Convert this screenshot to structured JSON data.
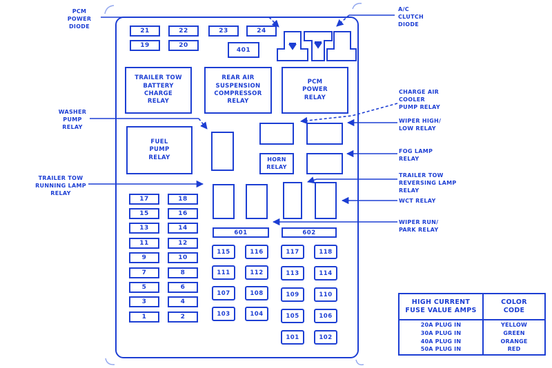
{
  "colors": {
    "line": "#1c3ed3",
    "light_line": "#93a8ee",
    "background": "#ffffff"
  },
  "panel": {
    "top_fuses": [
      "21",
      "22",
      "23",
      "24"
    ],
    "top_fuses_row2": [
      "19",
      "20"
    ],
    "relay_401": "401",
    "relays": {
      "trailer_tow_battery_charge": "TRAILER TOW\nBATTERY\nCHARGE\nRELAY",
      "rear_air_suspension_compressor": "REAR AIR\nSUSPENSION\nCOMPRESSOR\nRELAY",
      "pcm_power": "PCM\nPOWER\nRELAY",
      "fuel_pump": "FUEL\nPUMP\nRELAY",
      "horn": "HORN\nRELAY"
    },
    "fuse_columns": {
      "left": [
        "17",
        "15",
        "13",
        "11",
        "9",
        "7",
        "5",
        "3",
        "1"
      ],
      "right": [
        "18",
        "16",
        "14",
        "12",
        "10",
        "8",
        "6",
        "4",
        "2"
      ]
    },
    "block_601": {
      "header": "601",
      "left": [
        "115",
        "111",
        "107",
        "103"
      ],
      "right": [
        "116",
        "112",
        "108",
        "104"
      ]
    },
    "block_602": {
      "header": "602",
      "left": [
        "117",
        "113",
        "109",
        "105",
        "101"
      ],
      "right": [
        "118",
        "114",
        "110",
        "106",
        "102"
      ]
    }
  },
  "callouts": {
    "left": {
      "pcm_power_diode": "PCM\nPOWER\nDIODE",
      "washer_pump_relay": "WASHER\nPUMP\nRELAY",
      "trailer_tow_running_lamp_relay": "TRAILER TOW\nRUNNING LAMP\nRELAY"
    },
    "right": {
      "ac_clutch_diode": "A/C\nCLUTCH\nDIODE",
      "charge_air_cooler_pump_relay": "CHARGE AIR\nCOOLER\nPUMP RELAY",
      "wiper_high_low_relay": "WIPER HIGH/\nLOW RELAY",
      "fog_lamp_relay": "FOG LAMP\nRELAY",
      "trailer_tow_reversing_lamp_relay": "TRAILER TOW\nREVERSING LAMP\nRELAY",
      "wct_relay": "WCT RELAY",
      "wiper_run_park_relay": "WIPER RUN/\nPARK RELAY"
    }
  },
  "legend_table": {
    "headers": [
      "HIGH CURRENT\nFUSE VALUE AMPS",
      "COLOR\nCODE"
    ],
    "rows": [
      {
        "amps": "20A PLUG IN",
        "color": "YELLOW"
      },
      {
        "amps": "30A PLUG IN",
        "color": "GREEN"
      },
      {
        "amps": "40A PLUG IN",
        "color": "ORANGE"
      },
      {
        "amps": "50A PLUG IN",
        "color": "RED"
      }
    ]
  }
}
